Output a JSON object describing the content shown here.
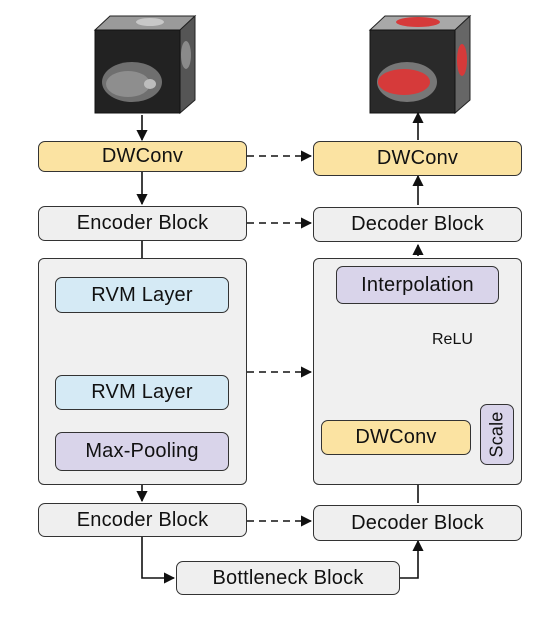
{
  "input_volume": {
    "icon": "ct-scan-cube-icon"
  },
  "output_volume": {
    "icon": "ct-segmentation-cube-icon",
    "mask_color": "#d63a3a"
  },
  "encoder": {
    "dwconv_label": "DWConv",
    "encoder_block_top": "Encoder Block",
    "rvm_layer_1": "RVM Layer",
    "rvm_layer_2": "RVM Layer",
    "max_pooling": "Max-Pooling",
    "encoder_block_bottom": "Encoder Block"
  },
  "bottleneck": {
    "label": "Bottleneck Block"
  },
  "decoder": {
    "dwconv_label": "DWConv",
    "decoder_block_top": "Decoder Block",
    "interpolation": "Interpolation",
    "relu_label": "ReLU",
    "inner_dwconv": "DWConv",
    "scale": "Scale",
    "decoder_block_bottom": "Decoder Block"
  },
  "colors": {
    "gray_box": "#efefef",
    "yellow_box": "#fbe3a2",
    "blue_box": "#d5eaf5",
    "purple_box": "#d9d4ea",
    "panel": "#f0f0f0"
  }
}
